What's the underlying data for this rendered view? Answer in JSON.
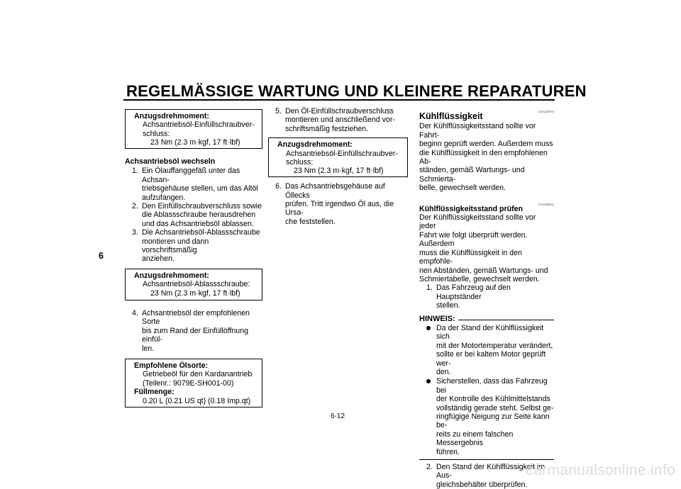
{
  "title": "REGELMÄSSIGE WARTUNG UND KLEINERE REPARATUREN",
  "chapter_tab": "6",
  "page_number": "6-12",
  "watermark": "carmanualsonline.info",
  "col1": {
    "box1": {
      "heading": "Anzugsdrehmoment:",
      "line1": "Achsantriebsöl-Einfüllschraubver-",
      "line2": "schluss:",
      "line3": "23 Nm (2.3 m·kgf, 17 ft·lbf)"
    },
    "section_title": "Achsantriebsöl wechseln",
    "steps": [
      {
        "num": "1.",
        "lines": [
          "Ein Ölauffanggefäß unter das Achsan-",
          "triebsgehäuse stellen, um das Altöl",
          "aufzufangen."
        ]
      },
      {
        "num": "2.",
        "lines": [
          "Den Einfüllschraubverschluss sowie",
          "die Ablassschraube herausdrehen",
          "und das Achsantriebsöl ablassen."
        ]
      },
      {
        "num": "3.",
        "lines": [
          "Die Achsantriebsöl-Ablassschraube",
          "montieren und dann vorschriftsmäßig",
          "anziehen."
        ]
      }
    ],
    "box2": {
      "heading": "Anzugsdrehmoment:",
      "line1": "Achsantriebsöl-Ablassschraube:",
      "line2": "23 Nm (2.3 m·kgf, 17 ft·lbf)"
    },
    "step4": {
      "num": "4.",
      "lines": [
        "Achsantriebsöl der empfohlenen Sorte",
        "bis zum Rand der Einfüllöffnung einfül-",
        "len."
      ]
    },
    "box3": {
      "heading": "Empfohlene Ölsorte:",
      "line1": "Getriebeöl für den Kardanantrieb",
      "line2": "(Teilenr.: 9079E-SH001-00)",
      "heading2": "Füllmenge:",
      "line3": "0.20 L (0.21 US qt) (0.18 Imp.qt)"
    }
  },
  "col2": {
    "step5": {
      "num": "5.",
      "lines": [
        "Den Öl-Einfüllschraubverschluss",
        "montieren und anschließend vor-",
        "schriftsmäßig festziehen."
      ]
    },
    "box": {
      "heading": "Anzugsdrehmoment:",
      "line1": "Achsantriebsöl-Einfüllschraubver-",
      "line2": "schluss:",
      "line3": "23 Nm (2.3 m·kgf, 17 ft·lbf)"
    },
    "step6": {
      "num": "6.",
      "lines": [
        "Das Achsantriebsgehäuse auf Öllecks",
        "prüfen. Tritt irgendwo Öl aus, die Ursa-",
        "che feststellen."
      ]
    }
  },
  "col3": {
    "code1": "GAU20070",
    "heading": "Kühlflüssigkeit",
    "para1": [
      "Der Kühlflüssigkeitsstand sollte vor Fahrt-",
      "beginn geprüft werden. Außerdem muss",
      "die Kühlflüssigkeit in den empfohlenen Ab-",
      "ständen, gemäß Wartungs- und Schmierta-",
      "belle, gewechselt werden."
    ],
    "code2": "GAU39511",
    "subheading": "Kühlflüssigkeitsstand prüfen",
    "para2": [
      "Der Kühlflüssigkeitsstand sollte vor jeder",
      "Fahrt wie folgt überprüft werden. Außerdem",
      "muss die Kühlflüssigkeit in den empfohle-",
      "nen Abständen, gemäß Wartungs- und",
      "Schmiertabelle, gewechselt werden."
    ],
    "step1": {
      "num": "1.",
      "lines": [
        "Das Fahrzeug auf den Hauptständer",
        "stellen."
      ]
    },
    "note_label": "HINWEIS:",
    "bullets": [
      [
        "Da der Stand der Kühlflüssigkeit sich",
        "mit der Motortemperatur verändert,",
        "sollte er bei kaltem Motor geprüft wer-",
        "den."
      ],
      [
        "Sicherstellen, dass das Fahrzeug bei",
        "der Kontrolle des Kühlmittelstands",
        "vollständig gerade steht. Selbst ge-",
        "ringfügige Neigung zur Seite kann be-",
        "reits zu einem falschen Messergebnis",
        "führen."
      ]
    ],
    "step2": {
      "num": "2.",
      "lines": [
        "Den Stand der Kühlflüssigkeit im Aus-",
        "gleichsbehälter überprüfen."
      ]
    }
  }
}
